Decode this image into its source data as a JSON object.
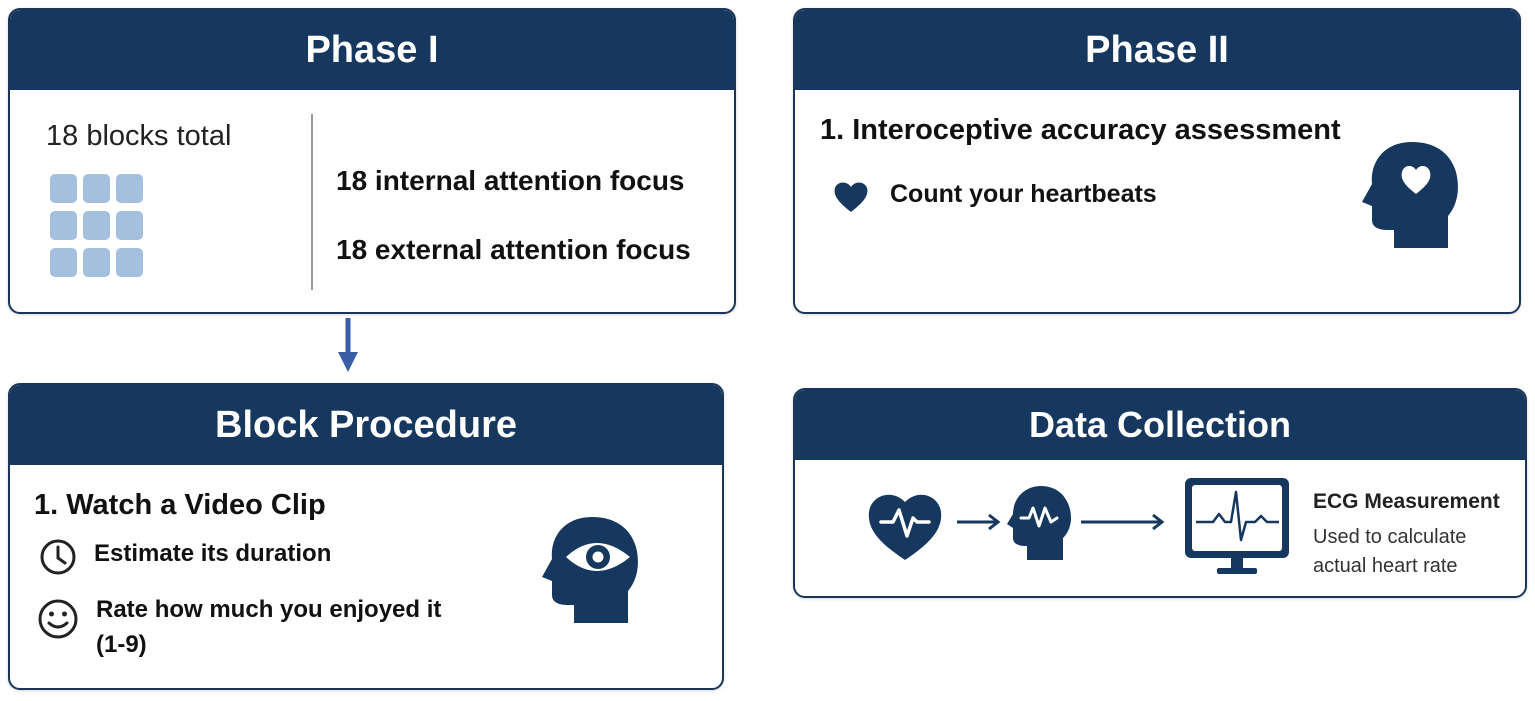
{
  "phase1": {
    "title": "Phase I",
    "total": "18 blocks total",
    "internal": "18 internal attention focus",
    "external": "18 external attention focus"
  },
  "phase2": {
    "title": "Phase II",
    "assessment": "1. Interoceptive accuracy assessment",
    "count": "Count your heartbeats"
  },
  "block": {
    "title": "Block Procedure",
    "step1": "1. Watch a Video Clip",
    "estimate": "Estimate its duration",
    "rate_line1": "Rate how much you enjoyed it",
    "rate_line2": "(1-9)"
  },
  "data_collection": {
    "title": "Data Collection",
    "ecg_title": "ECG Measurement",
    "ecg_line1": "Used to calculate",
    "ecg_line2": "actual heart rate"
  },
  "colors": {
    "navy": "#16375e",
    "grid_square": "#a5bfdf",
    "arrow": "#3a5ea6"
  },
  "icons": [
    "grid-squares-icon",
    "heart-icon",
    "head-heart-icon",
    "down-arrow-icon",
    "clock-icon",
    "smiley-icon",
    "head-eye-icon",
    "heart-pulse-icon",
    "head-wave-icon",
    "ecg-monitor-icon"
  ]
}
